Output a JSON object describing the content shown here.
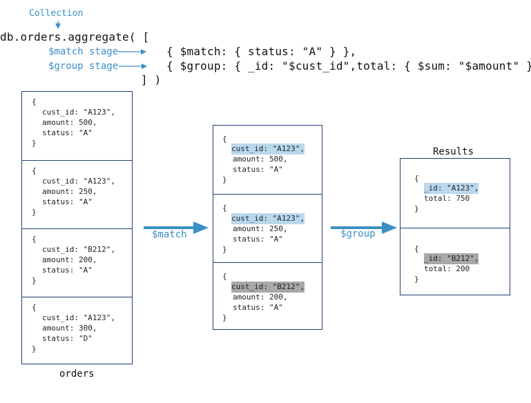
{
  "header": {
    "collection_label": "Collection",
    "aggregate_call": "db.orders.aggregate( [",
    "match_stage_label": "$match stage",
    "group_stage_label": "$group stage",
    "match_stage_code": "{ $match: { status: \"A\" } },",
    "group_stage_code": "{ $group: { _id: \"$cust_id\",total: { $sum: \"$amount\" } } }",
    "closing": "] )"
  },
  "orders": {
    "caption": "orders",
    "documents": [
      {
        "open": "{",
        "cust_id": "cust_id: \"A123\",",
        "amount": "amount: 500,",
        "status": "status: \"A\"",
        "close": "}"
      },
      {
        "open": "{",
        "cust_id": "cust_id: \"A123\",",
        "amount": "amount: 250,",
        "status": "status: \"A\"",
        "close": "}"
      },
      {
        "open": "{",
        "cust_id": "cust_id: \"B212\",",
        "amount": "amount: 200,",
        "status": "status: \"A\"",
        "close": "}"
      },
      {
        "open": "{",
        "cust_id": "cust_id: \"A123\",",
        "amount": "amount: 300,",
        "status": "status: \"D\"",
        "close": "}"
      }
    ]
  },
  "match_arrow_label": "$match",
  "matched": {
    "documents": [
      {
        "open": "{",
        "cust_id": "cust_id: \"A123\",",
        "amount": "amount: 500,",
        "status": "status: \"A\"",
        "close": "}",
        "highlight": "blue"
      },
      {
        "open": "{",
        "cust_id": "cust_id: \"A123\",",
        "amount": "amount: 250,",
        "status": "status: \"A\"",
        "close": "}",
        "highlight": "blue"
      },
      {
        "open": "{",
        "cust_id": "cust_id: \"B212\",",
        "amount": "amount: 200,",
        "status": "status: \"A\"",
        "close": "}",
        "highlight": "gray"
      }
    ]
  },
  "group_arrow_label": "$group",
  "results": {
    "title": "Results",
    "documents": [
      {
        "open": "{",
        "id": "_id: \"A123\",",
        "total": "total: 750",
        "close": "}",
        "highlight": "blue"
      },
      {
        "open": "{",
        "id": "_id: \"B212\",",
        "total": "total: 200",
        "close": "}",
        "highlight": "gray"
      }
    ]
  },
  "colors": {
    "accent_blue": "#3a8fc4",
    "border_navy": "#1f3b73",
    "highlight_blue": "#b9d8ee",
    "highlight_gray": "#a8a8a8"
  }
}
